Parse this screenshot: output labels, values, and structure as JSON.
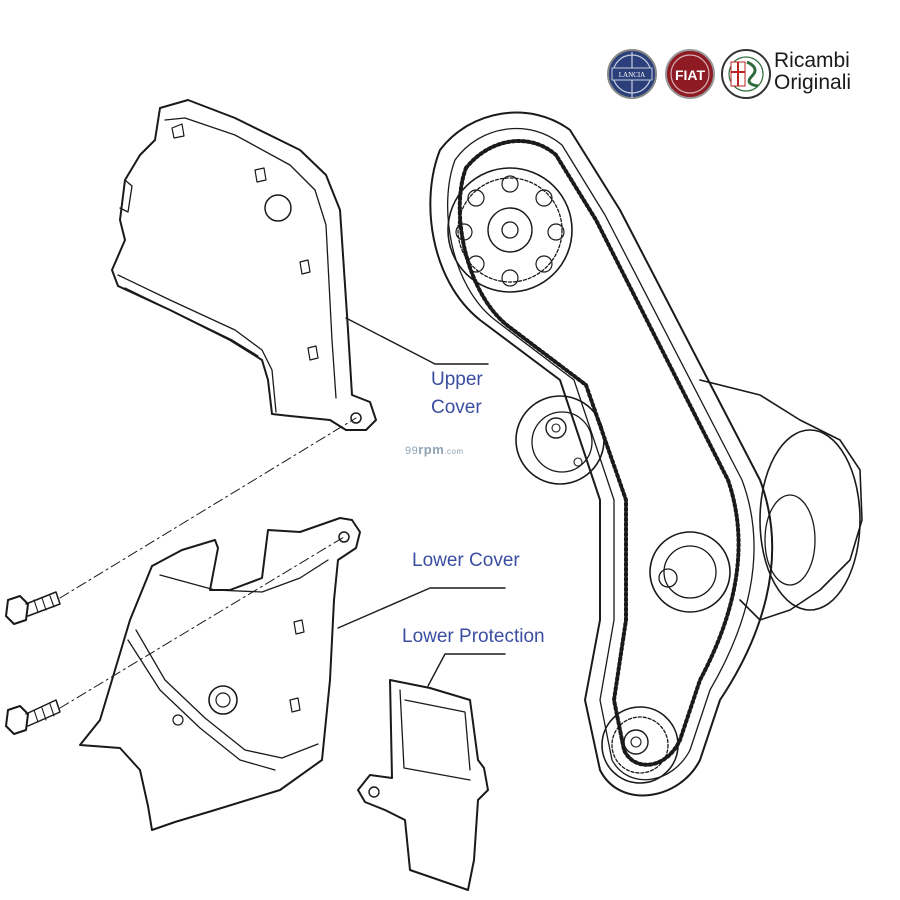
{
  "brand": {
    "line1": "Ricambi",
    "line2": "Originali",
    "logos": [
      "lancia-logo",
      "fiat-logo",
      "alfa-romeo-logo"
    ],
    "logo_text": {
      "lancia": "LANCIA",
      "fiat": "FIAT"
    }
  },
  "watermark": {
    "prefix": "99",
    "main": "rpm",
    "suffix": ".com"
  },
  "labels": {
    "upper_cover_line1": "Upper",
    "upper_cover_line2": "Cover",
    "lower_cover": "Lower Cover",
    "lower_protection": "Lower Protection"
  },
  "colors": {
    "label_text": "#3b4ea0",
    "line_art": "#1a1a1a",
    "lancia_blue": "#2b3f7a",
    "fiat_red": "#8e1a24",
    "alfa_green": "#2f6b3a"
  }
}
